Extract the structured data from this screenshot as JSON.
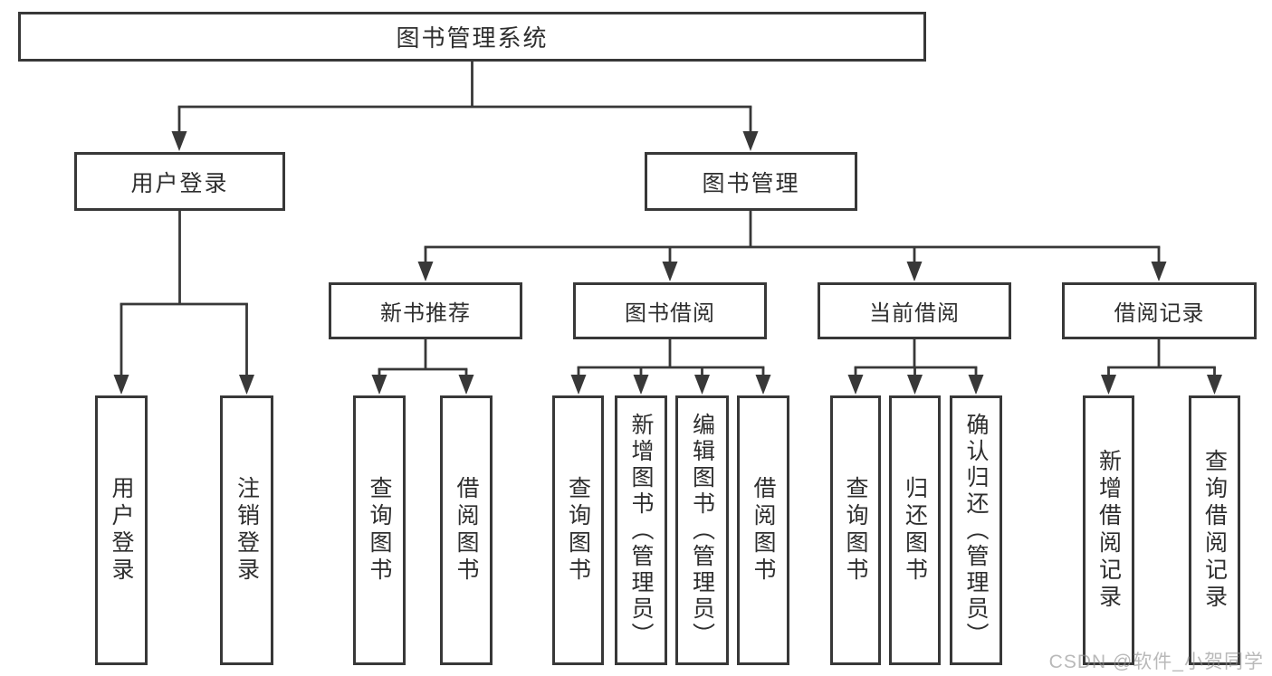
{
  "diagram": {
    "root": {
      "label": "图书管理系统"
    },
    "level2": {
      "user_login": {
        "label": "用户登录"
      },
      "book_mgmt": {
        "label": "图书管理"
      }
    },
    "level3": {
      "new_books": {
        "label": "新书推荐"
      },
      "book_borrow": {
        "label": "图书借阅"
      },
      "current_borrow": {
        "label": "当前借阅"
      },
      "borrow_records": {
        "label": "借阅记录"
      }
    },
    "leaves": {
      "user_login_leaf": "用户登录",
      "logout": "注销登录",
      "rec_query": "查询图书",
      "rec_borrow": "借阅图书",
      "bb_query": "查询图书",
      "bb_add": "新增图书（管理员）",
      "bb_edit": "编辑图书（管理员）",
      "bb_borrow": "借阅图书",
      "cb_query": "查询图书",
      "cb_return": "归还图书",
      "cb_confirm": "确认归还（管理员）",
      "br_add": "新增借阅记录",
      "br_query": "查询借阅记录"
    }
  },
  "watermark": "CSDN @软件_小贺同学",
  "colors": {
    "line": "#383838",
    "text": "#2e2e2e",
    "box_bg": "#ffffff",
    "watermark": "#8f8f8f"
  }
}
